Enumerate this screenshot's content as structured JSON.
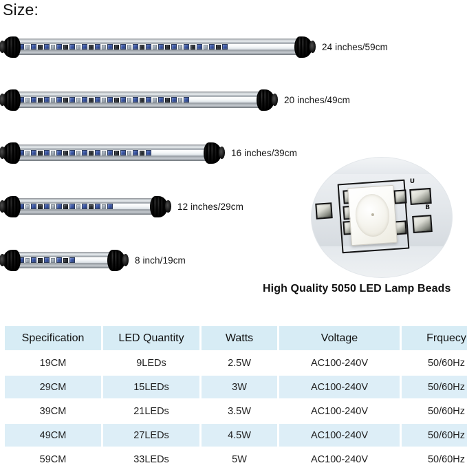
{
  "section": {
    "heading": "Size:"
  },
  "bars": [
    {
      "label": "24 inches/59cm",
      "leds": 33
    },
    {
      "label": "20 inches/49cm",
      "leds": 27
    },
    {
      "label": "16 inches/39cm",
      "leds": 21
    },
    {
      "label": "12 inches/29cm",
      "leds": 15
    },
    {
      "label": "8 inch/19cm",
      "leds": 9
    }
  ],
  "bead_photo": {
    "caption": "High Quality 5050 LED Lamp Beads",
    "mark_top": "U",
    "mark_side": "B"
  },
  "spec_table": {
    "headers": [
      "Specification",
      "LED Quantity",
      "Watts",
      "Voltage",
      "Frquecy"
    ],
    "rows": [
      [
        "19CM",
        "9LEDs",
        "2.5W",
        "AC100-240V",
        "50/60Hz"
      ],
      [
        "29CM",
        "15LEDs",
        "3W",
        "AC100-240V",
        "50/60Hz"
      ],
      [
        "39CM",
        "21LEDs",
        "3.5W",
        "AC100-240V",
        "50/60Hz"
      ],
      [
        "49CM",
        "27LEDs",
        "4.5W",
        "AC100-240V",
        "50/60Hz"
      ],
      [
        "59CM",
        "33LEDs",
        "5W",
        "AC100-240V",
        "50/60Hz"
      ]
    ]
  },
  "colors": {
    "header_bg": "#d7ecf5",
    "row_alt_bg": "#ddeef7",
    "text": "#1f1f1f"
  }
}
